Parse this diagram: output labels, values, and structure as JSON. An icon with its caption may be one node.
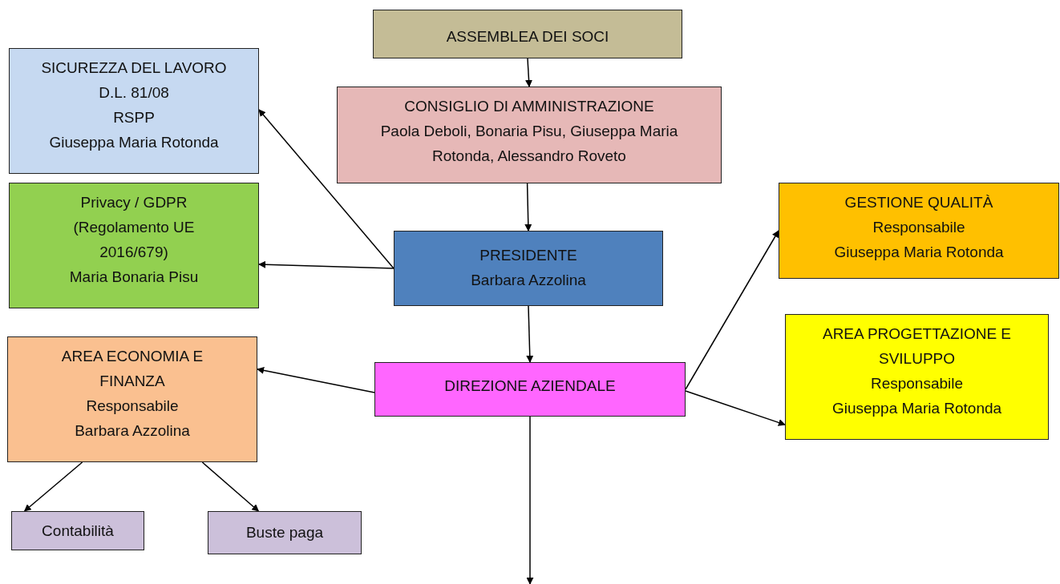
{
  "diagram": {
    "nodes": [
      {
        "text": [
          "ASSEMBLEA DEI SOCI"
        ]
      },
      {
        "text": [
          "CONSIGLIO DI AMMINISTRAZIONE",
          "Paola Deboli, Bonaria Pisu, Giuseppa Maria Rotonda, Alessandro Roveto"
        ]
      },
      {
        "text": [
          "SICUREZZA DEL LAVORO",
          "D.L. 81/08",
          "RSPP",
          "Giuseppa Maria Rotonda"
        ]
      },
      {
        "text": [
          "Privacy / GDPR",
          "(Regolamento UE 2016/679)",
          "Maria Bonaria Pisu"
        ]
      },
      {
        "text": [
          "PRESIDENTE",
          "Barbara Azzolina"
        ]
      },
      {
        "text": [
          "GESTIONE QUALITÀ",
          "Responsabile",
          "Giuseppa Maria Rotonda"
        ]
      },
      {
        "text": [
          "AREA ECONOMIA E FINANZA",
          "Responsabile",
          "Barbara Azzolina"
        ]
      },
      {
        "text": [
          "DIREZIONE AZIENDALE"
        ]
      },
      {
        "text": [
          "AREA PROGETTAZIONE E SVILUPPO",
          "Responsabile",
          "Giuseppa Maria Rotonda"
        ]
      },
      {
        "text": [
          "Contabilità"
        ]
      },
      {
        "text": [
          "Buste paga"
        ]
      }
    ],
    "edges": [
      {
        "from": 0,
        "to": 1,
        "arrow": "to"
      },
      {
        "from": 1,
        "to": 4,
        "arrow": "to"
      },
      {
        "from": 4,
        "to": 2,
        "arrow": "to"
      },
      {
        "from": 4,
        "to": 3,
        "arrow": "to"
      },
      {
        "from": 4,
        "to": 7,
        "arrow": "to"
      },
      {
        "from": 7,
        "to": 5,
        "arrow": "to"
      },
      {
        "from": 7,
        "to": 8,
        "arrow": "to"
      },
      {
        "from": 7,
        "to": 6,
        "arrow": "to"
      },
      {
        "from": 6,
        "to": 9,
        "arrow": "to"
      },
      {
        "from": 6,
        "to": 10,
        "arrow": "to"
      },
      {
        "from": 7,
        "to": null,
        "arrow": "to"
      }
    ]
  }
}
